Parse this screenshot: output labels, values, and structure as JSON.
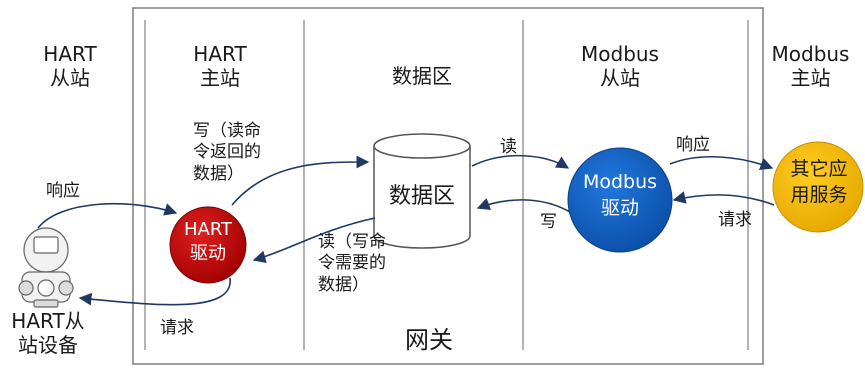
{
  "columns": {
    "hart_slave": [
      "HART",
      "从站"
    ],
    "hart_master": [
      "HART",
      "主站"
    ],
    "data_area": "数据区",
    "modbus_slave": [
      "Modbus",
      "从站"
    ],
    "modbus_master": [
      "Modbus",
      "主站"
    ]
  },
  "gateway_label": "网关",
  "nodes": {
    "hart_driver": [
      "HART",
      "驱动"
    ],
    "data_store": "数据区",
    "modbus_driver": [
      "Modbus",
      "驱动"
    ],
    "other_services": [
      "其它应",
      "用服务"
    ],
    "device": [
      "HART从",
      "站设备"
    ]
  },
  "edges": {
    "hart_respond": "响应",
    "hart_request": "请求",
    "write_read_data": [
      "写（读命",
      "令返回的",
      "数据）"
    ],
    "read_write_data": [
      "读（写命",
      "令需要的",
      "数据）"
    ],
    "modbus_read": "读",
    "modbus_write": "写",
    "modbus_respond": "响应",
    "modbus_request": "请求"
  },
  "colors": {
    "hart_driver": "#c00000",
    "modbus_driver": "#0f5fbd",
    "other_services": "#f3b400",
    "arrow": "#1f3864",
    "frame": "#7f7f7f"
  }
}
